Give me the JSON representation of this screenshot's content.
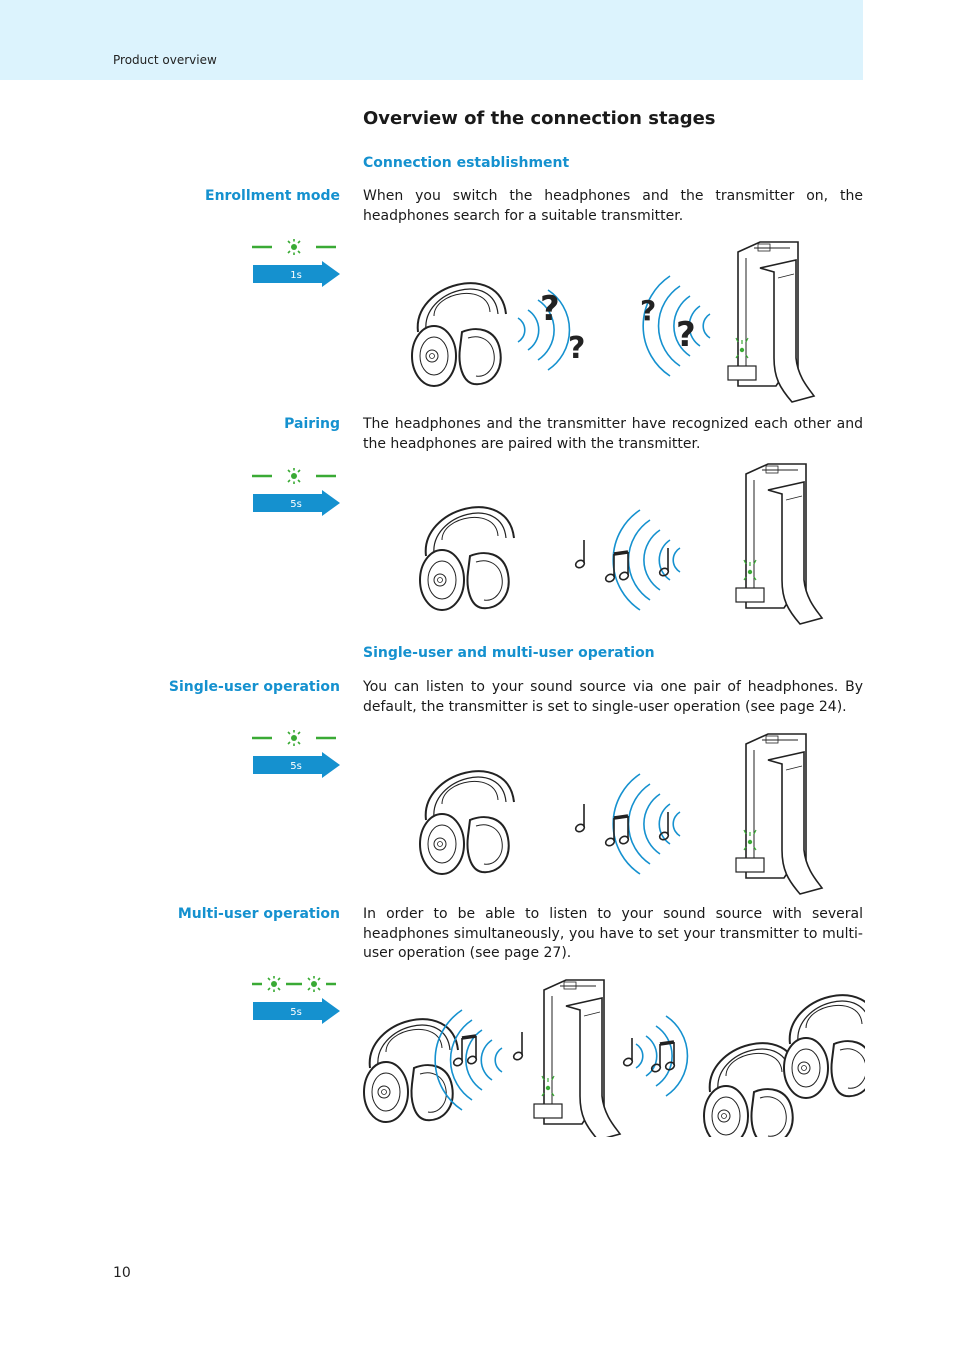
{
  "header": {
    "section": "Product overview"
  },
  "page": {
    "title": "Overview of the connection stages",
    "number": "10"
  },
  "sections": {
    "connection": {
      "heading": "Connection establishment"
    },
    "operation": {
      "heading": "Single-user and multi-user operation"
    }
  },
  "stages": [
    {
      "label": "Enrollment mode",
      "text": "When you switch the headphones and the transmitter on, the headphones search for a suitable transmitter.",
      "duration": "1s"
    },
    {
      "label": "Pairing",
      "text": "The headphones and the transmitter have recognized each other and the headphones are paired with the transmitter.",
      "duration": "5s"
    },
    {
      "label": "Single-user operation",
      "text": "You can listen to your sound source via one pair of headphones. By default, the transmitter is set to single-user operation (see page 24).",
      "duration": "5s"
    },
    {
      "label": "Multi-user operation",
      "text": "In order to be able to listen to your sound source with several headphones simultaneously, you have to set your transmitter to multi-user operation (see page 27).",
      "duration": "5s"
    }
  ],
  "colors": {
    "accent": "#1591cf",
    "led_green": "#3aaa35",
    "arrow_blue": "#1591cf",
    "header_band": "#dcf3fd"
  }
}
